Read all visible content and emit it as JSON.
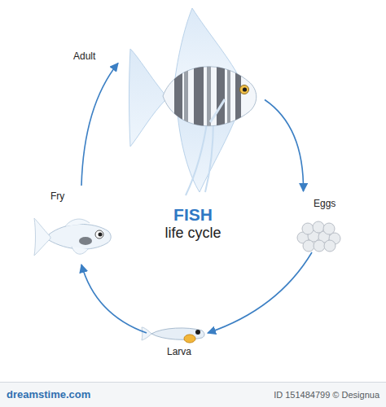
{
  "diagram": {
    "title": "FISH",
    "caption": "life cycle",
    "nodes": [
      {
        "text": [
          "Adult"
        ]
      },
      {
        "text": [
          "Eggs"
        ]
      },
      {
        "text": [
          "Larva"
        ]
      },
      {
        "text": [
          "Fry"
        ]
      }
    ],
    "edges": [
      {
        "from": 0,
        "to": 1,
        "arrow": "to"
      },
      {
        "from": 1,
        "to": 2,
        "arrow": "to"
      },
      {
        "from": 2,
        "to": 3,
        "arrow": "to"
      },
      {
        "from": 3,
        "to": 0,
        "arrow": "to"
      }
    ],
    "labels": [
      "dreamstime.com",
      "ID 151484799 © Designua"
    ]
  }
}
